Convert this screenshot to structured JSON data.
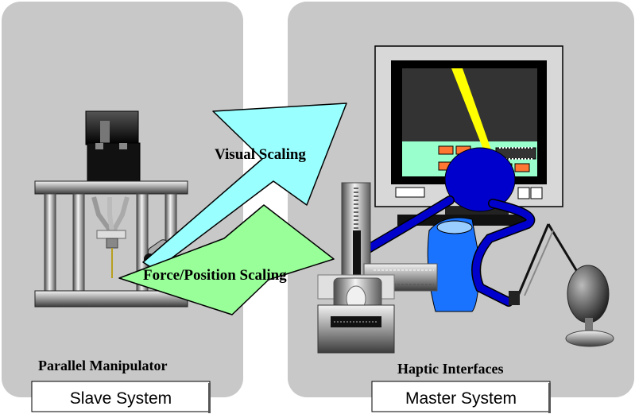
{
  "labels": {
    "visual_scaling": "Visual Scaling",
    "force_position_scaling": "Force/Position Scaling",
    "parallel_manipulator": "Parallel Manipulator",
    "haptic_interfaces": "Haptic Interfaces",
    "slave_system": "Slave System",
    "master_system": "Master System"
  },
  "colors": {
    "panel_fill": "#c8c8c8",
    "visual_arrow": "#99ffff",
    "force_arrow": "#99ff99",
    "operator": "#0000cc",
    "operator_body": "#1a73ff",
    "screen_bg": "#333333",
    "screen_floor": "#99ffcc",
    "beam": "#ffff00",
    "chip": "#ff7733"
  }
}
